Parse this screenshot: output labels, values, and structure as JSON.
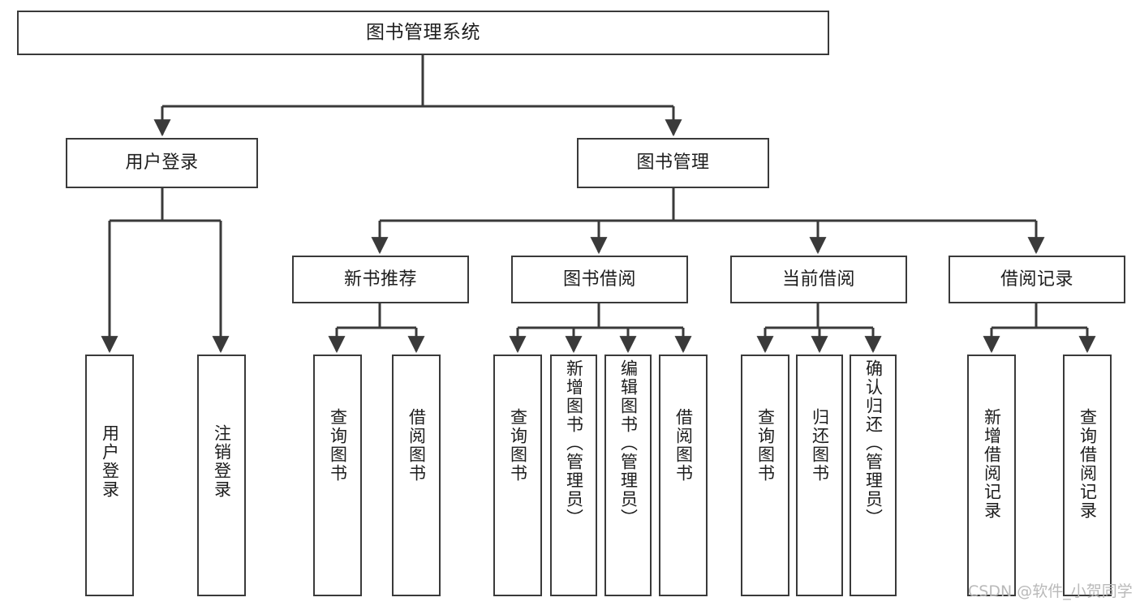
{
  "diagram": {
    "type": "hierarchy-tree",
    "title": "图书管理系统",
    "watermark": "CSDN @软件_小贺同学",
    "colors": {
      "box_border": "#3a3a3a",
      "box_fill": "#ffffff",
      "connector": "#3a3a3a",
      "text": "#1d1d1d",
      "watermark": "#b9b9b9"
    },
    "levels": {
      "level1": [
        "图书管理系统"
      ],
      "level2": [
        "用户登录",
        "图书管理"
      ],
      "level3": [
        "新书推荐",
        "图书借阅",
        "当前借阅",
        "借阅记录"
      ],
      "level4": [
        "用户登录",
        "注销登录",
        "查询图书",
        "借阅图书",
        "查询图书",
        "新增图书（管理员）",
        "编辑图书（管理员）",
        "借阅图书",
        "查询图书",
        "归还图书",
        "确认归还（管理员）",
        "新增借阅记录",
        "查询借阅记录"
      ]
    },
    "nodes": {
      "root": {
        "id": "root",
        "label": "图书管理系统",
        "level": 1
      },
      "user_login": {
        "id": "user-login",
        "label": "用户登录",
        "level": 2
      },
      "book_manage": {
        "id": "book-manage",
        "label": "图书管理",
        "level": 2
      },
      "new_book_rec": {
        "id": "new-book-recommend",
        "label": "新书推荐",
        "level": 3
      },
      "book_borrow": {
        "id": "book-borrow",
        "label": "图书借阅",
        "level": 3
      },
      "current_borrow": {
        "id": "current-borrow",
        "label": "当前借阅",
        "level": 3
      },
      "borrow_record": {
        "id": "borrow-record",
        "label": "借阅记录",
        "level": 3
      },
      "leaf_01": {
        "id": "leaf-user-login",
        "label": "用户登录",
        "level": 4,
        "parent": "用户登录"
      },
      "leaf_02": {
        "id": "leaf-logout-login",
        "label": "注销登录",
        "level": 4,
        "parent": "用户登录"
      },
      "leaf_03": {
        "id": "leaf-query-book-rec",
        "label": "查询图书",
        "level": 4,
        "parent": "新书推荐"
      },
      "leaf_04": {
        "id": "leaf-borrow-book-rec",
        "label": "借阅图书",
        "level": 4,
        "parent": "新书推荐"
      },
      "leaf_05": {
        "id": "leaf-query-book-borrow",
        "label": "查询图书",
        "level": 4,
        "parent": "图书借阅"
      },
      "leaf_06": {
        "id": "leaf-add-book-admin",
        "label": "新增图书（管理员）",
        "level": 4,
        "parent": "图书借阅"
      },
      "leaf_07": {
        "id": "leaf-edit-book-admin",
        "label": "编辑图书（管理员）",
        "level": 4,
        "parent": "图书借阅"
      },
      "leaf_08": {
        "id": "leaf-borrow-book",
        "label": "借阅图书",
        "level": 4,
        "parent": "图书借阅"
      },
      "leaf_09": {
        "id": "leaf-query-book-current",
        "label": "查询图书",
        "level": 4,
        "parent": "当前借阅"
      },
      "leaf_10": {
        "id": "leaf-return-book",
        "label": "归还图书",
        "level": 4,
        "parent": "当前借阅"
      },
      "leaf_11": {
        "id": "leaf-confirm-return-admin",
        "label": "确认归还（管理员）",
        "level": 4,
        "parent": "当前借阅"
      },
      "leaf_12": {
        "id": "leaf-add-borrow-record",
        "label": "新增借阅记录",
        "level": 4,
        "parent": "借阅记录"
      },
      "leaf_13": {
        "id": "leaf-query-borrow-record",
        "label": "查询借阅记录",
        "level": 4,
        "parent": "借阅记录"
      }
    }
  }
}
